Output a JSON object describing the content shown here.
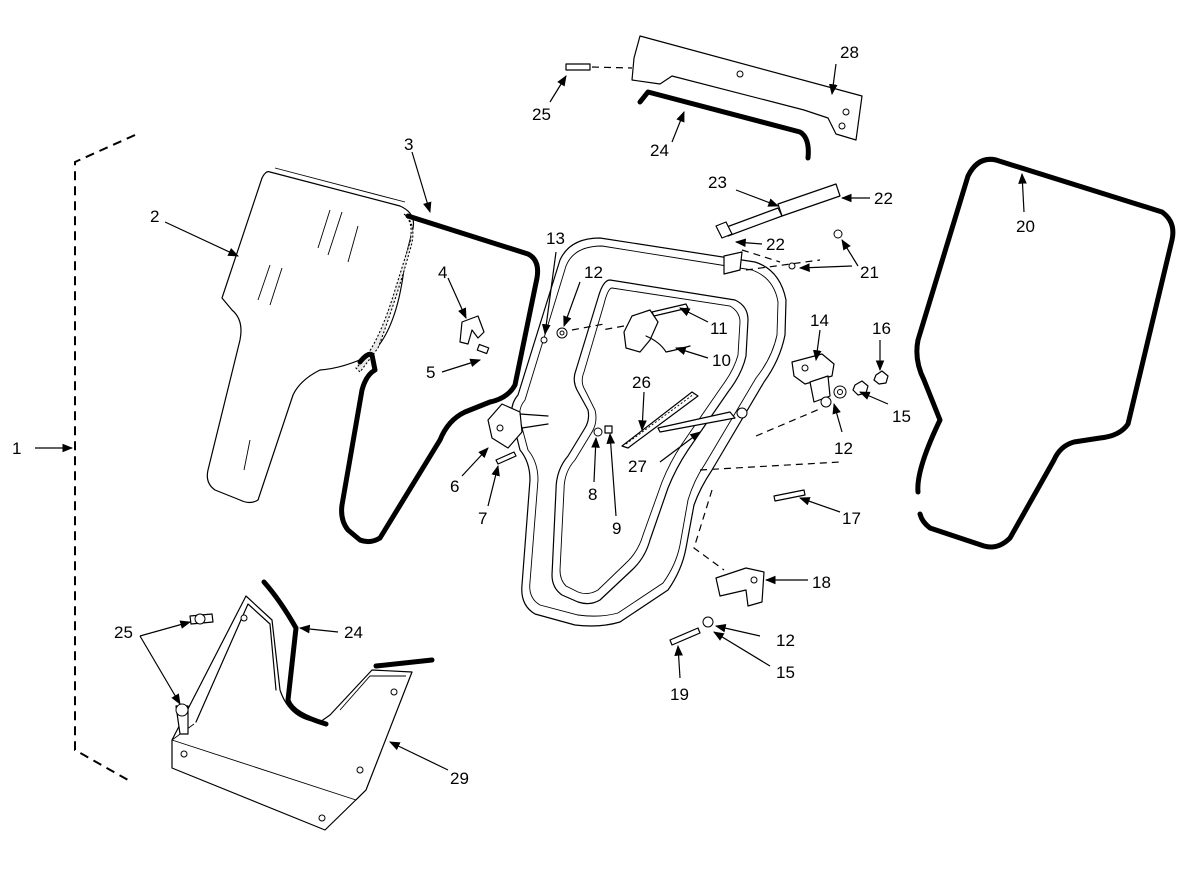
{
  "callouts": {
    "c1": "1",
    "c2": "2",
    "c3": "3",
    "c4": "4",
    "c5": "5",
    "c6": "6",
    "c7": "7",
    "c8": "8",
    "c9": "9",
    "c10": "10",
    "c11": "11",
    "c12a": "12",
    "c12b": "12",
    "c12c": "12",
    "c13": "13",
    "c14": "14",
    "c15a": "15",
    "c15b": "15",
    "c16": "16",
    "c17": "17",
    "c18": "18",
    "c19": "19",
    "c20": "20",
    "c21": "21",
    "c22a": "22",
    "c22b": "22",
    "c23": "23",
    "c24a": "24",
    "c24b": "24",
    "c25a": "25",
    "c25b": "25",
    "c26": "26",
    "c27": "27",
    "c28": "28",
    "c29": "29"
  }
}
